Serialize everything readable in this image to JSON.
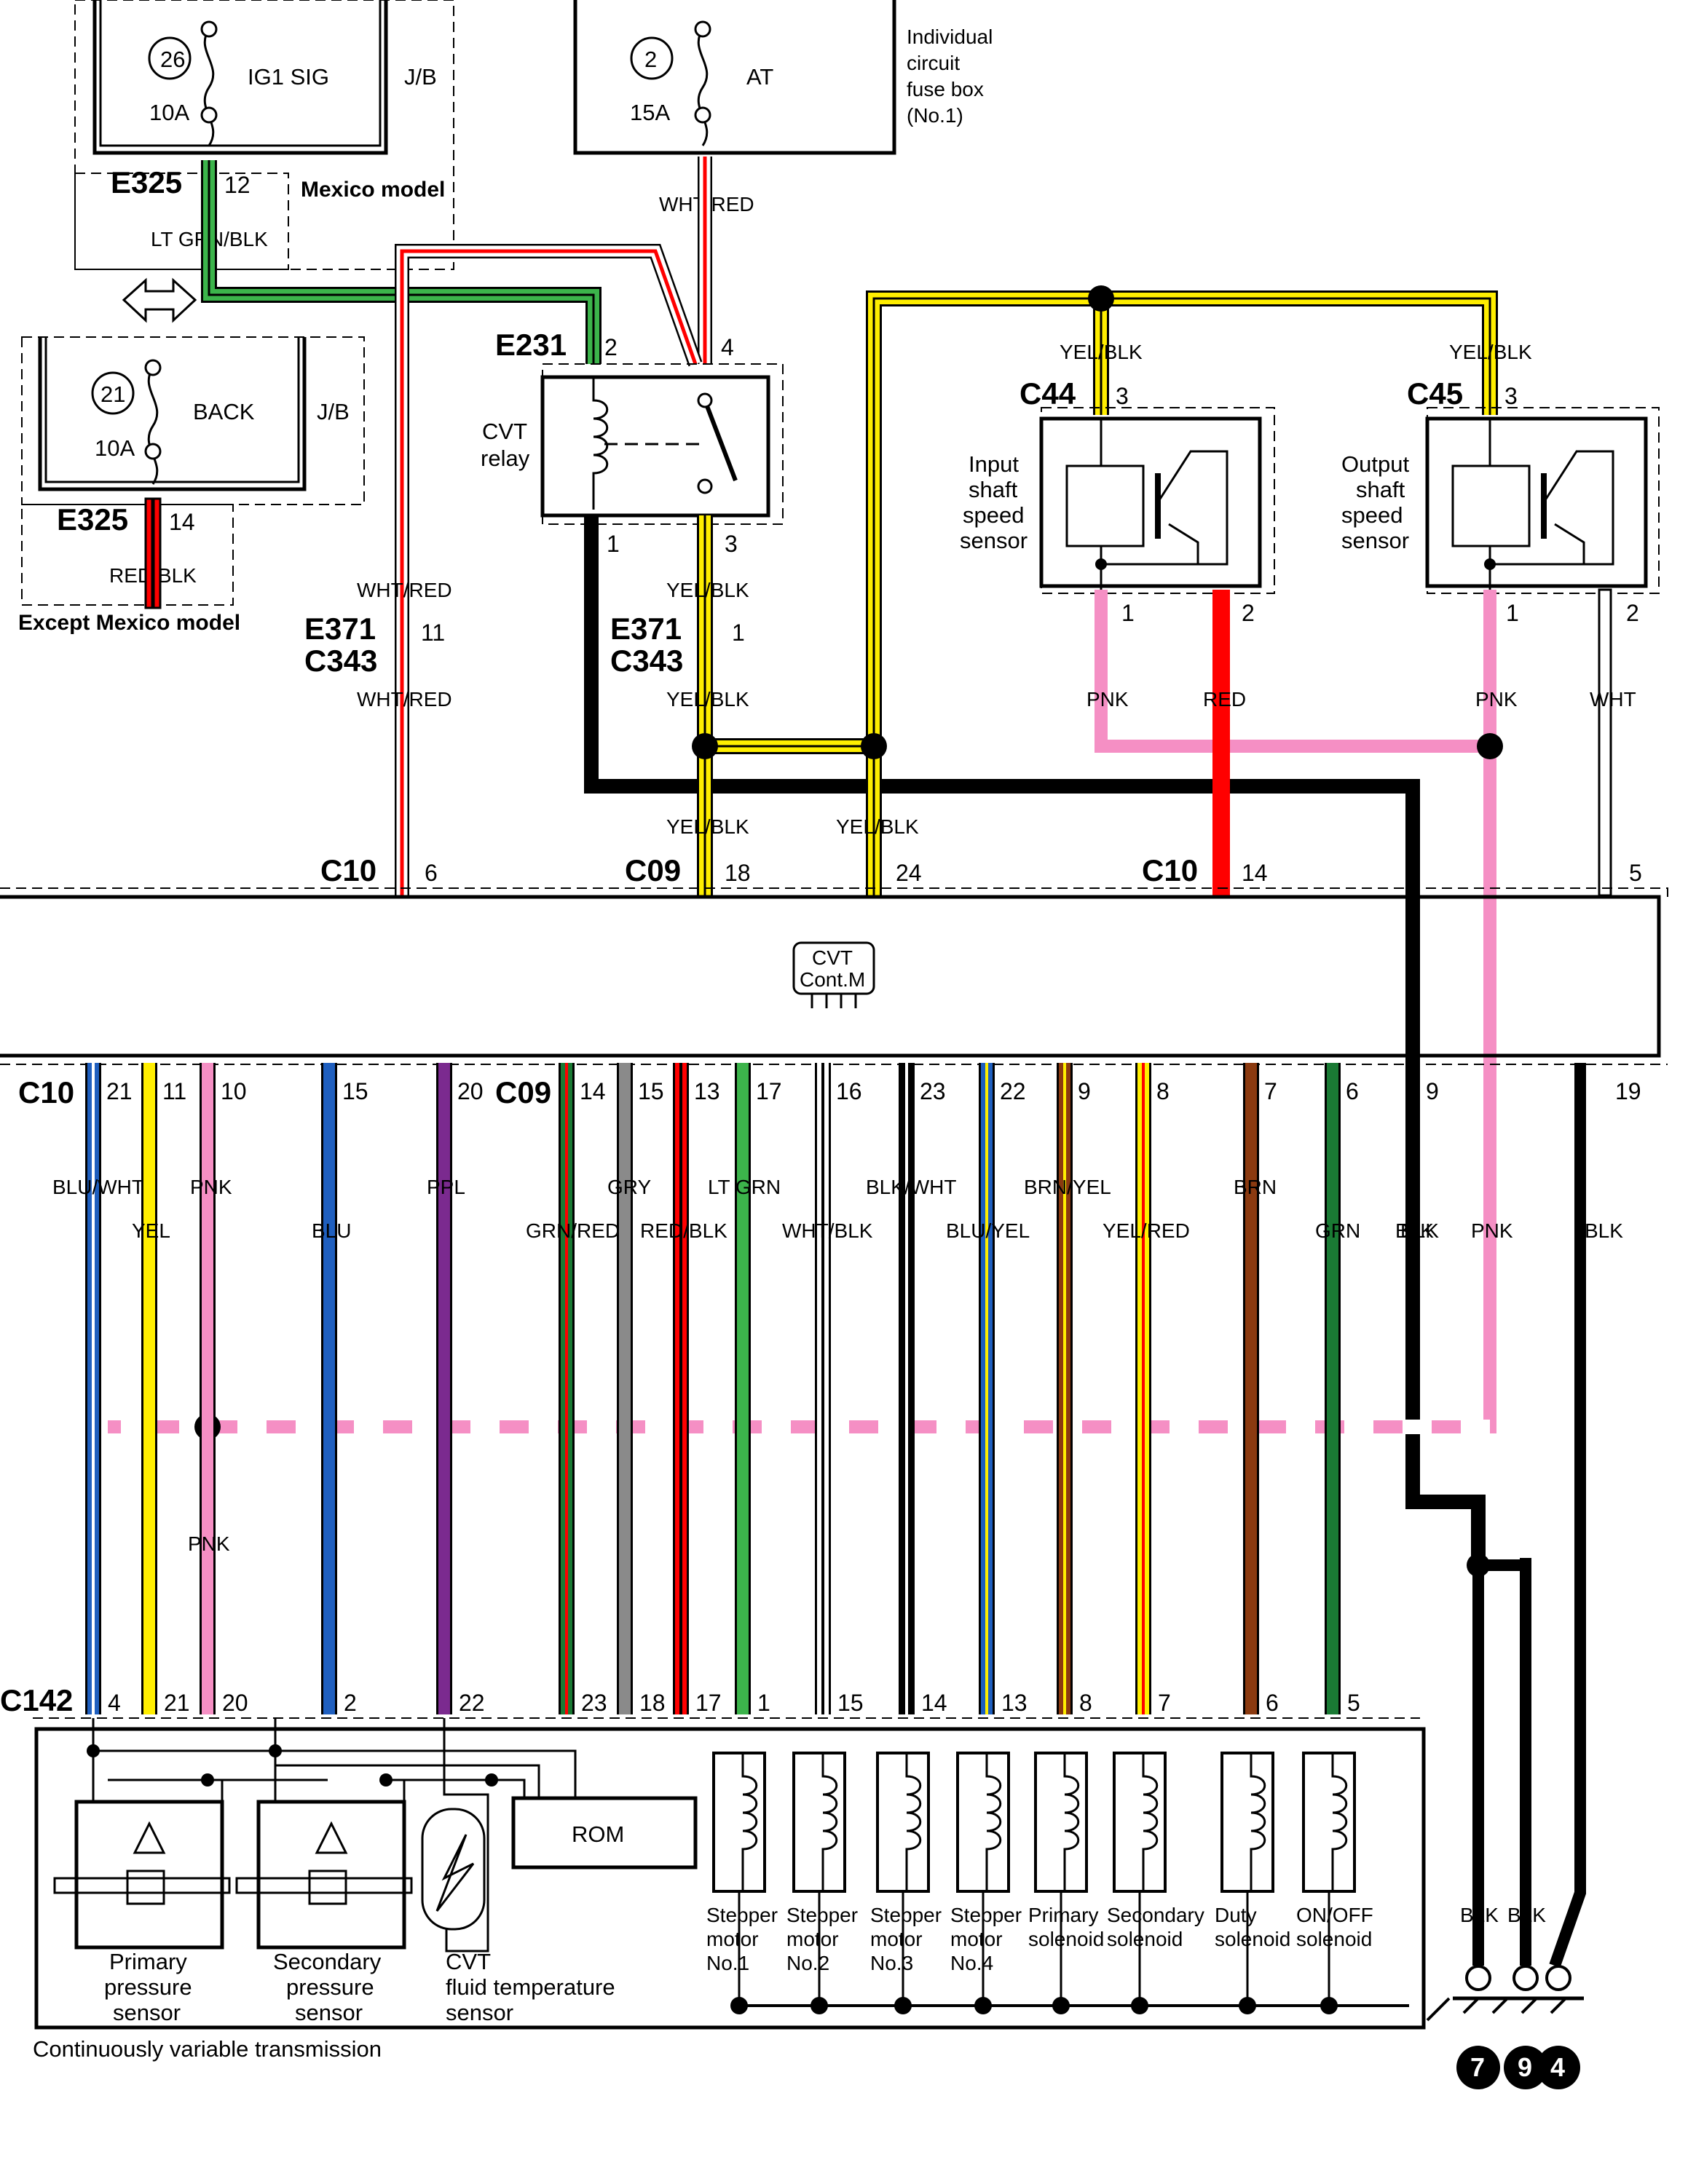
{
  "fuses": [
    {
      "num": "26",
      "name": "IG1 SIG",
      "amp": "10A",
      "box": "J/B"
    },
    {
      "num": "2",
      "name": "AT",
      "amp": "15A"
    },
    {
      "num": "21",
      "name": "BACK",
      "amp": "10A",
      "box": "J/B"
    }
  ],
  "top_labels": {
    "fuse_box_note": [
      "Individual",
      "circuit",
      "fuse box",
      "(No.1)"
    ],
    "mexico": "Mexico model",
    "except_mexico": "Except Mexico model",
    "e325": "E325",
    "e231": "E231",
    "e371": "E371",
    "c343": "C343",
    "c44": "C44",
    "c45": "C45",
    "c10": "C10",
    "c09": "C09",
    "c142": "C142",
    "relay": [
      "CVT",
      "relay"
    ],
    "input_sensor": [
      "Input",
      "shaft",
      "speed",
      "sensor"
    ],
    "output_sensor": [
      "Output",
      "shaft",
      "speed",
      "sensor"
    ],
    "ecm": [
      "CVT",
      "Cont.M"
    ],
    "transmission": "Continuously variable transmission"
  },
  "wires_top": {
    "ltgrnblk": "LT GRN/BLK",
    "redblk": "RED/BLK",
    "whtred": "WHT/RED",
    "yelblk": "YEL/BLK",
    "pnk": "PNK",
    "red": "RED",
    "wht": "WHT"
  },
  "pins_top": {
    "e325a": "12",
    "e325b": "14",
    "e231a": "2",
    "e231b": "4",
    "relay1": "1",
    "relay3": "3",
    "e371a": "11",
    "e371b": "1",
    "c44": "3",
    "c45": "3",
    "c44_1": "1",
    "c44_2": "2",
    "c45_1": "1",
    "c45_2": "2",
    "c10_6": "6",
    "c09_18": "18",
    "c09_24": "24",
    "c10_14": "14",
    "c10_5": "5"
  },
  "ecm_pins": [
    {
      "pin": "21",
      "wire": "BLU/WHT"
    },
    {
      "pin": "11",
      "wire": "YEL"
    },
    {
      "pin": "10",
      "wire": "PNK"
    },
    {
      "pin": "15",
      "wire": "BLU"
    },
    {
      "pin": "20",
      "wire": "PPL"
    },
    {
      "pin": "14",
      "wire": "GRN/RED"
    },
    {
      "pin": "15",
      "wire": "GRY"
    },
    {
      "pin": "13",
      "wire": "RED/BLK"
    },
    {
      "pin": "17",
      "wire": "LT GRN"
    },
    {
      "pin": "16",
      "wire": "WHT/BLK"
    },
    {
      "pin": "23",
      "wire": "BLK/WHT"
    },
    {
      "pin": "22",
      "wire": "BLU/YEL"
    },
    {
      "pin": "9",
      "wire": "BRN/YEL"
    },
    {
      "pin": "8",
      "wire": "YEL/RED"
    },
    {
      "pin": "7",
      "wire": "BRN"
    },
    {
      "pin": "6",
      "wire": "GRN"
    },
    {
      "pin": "9",
      "wire": "BLK"
    },
    {
      "pin": "19",
      "wire": "BLK"
    }
  ],
  "c142_pins": [
    "4",
    "21",
    "20",
    "2",
    "22",
    "23",
    "18",
    "17",
    "1",
    "15",
    "14",
    "13",
    "8",
    "7",
    "6",
    "5"
  ],
  "extra_wire_labels": {
    "blk": "BLK",
    "pnk": "PNK",
    "pnk_lower": "PNK",
    "blk2": "BLK",
    "blk3": "BLK"
  },
  "components": {
    "pps": [
      "Primary",
      "pressure",
      "sensor"
    ],
    "sps": [
      "Secondary",
      "pressure",
      "sensor"
    ],
    "temp": [
      "CVT",
      "fluid temperature",
      "sensor"
    ],
    "rom": "ROM",
    "s1": [
      "Stepper",
      "motor",
      "No.1"
    ],
    "s2": [
      "Stepper",
      "motor",
      "No.2"
    ],
    "s3": [
      "Stepper",
      "motor",
      "No.3"
    ],
    "s4": [
      "Stepper",
      "motor",
      "No.4"
    ],
    "prim": [
      "Primary",
      "solenoid"
    ],
    "sec": [
      "Secondary",
      "solenoid"
    ],
    "duty": [
      "Duty",
      "solenoid"
    ],
    "onoff": [
      "ON/OFF",
      "solenoid"
    ]
  },
  "grounds": {
    "blk1": "BLK",
    "blk2": "BLK",
    "g1": "7",
    "g2": "9",
    "g3": "4"
  },
  "colors": {
    "green": "#3cb44b",
    "red": "#ff0000",
    "yellow": "#ffee00",
    "pink": "#f58fc4",
    "blue": "#1f5fbf",
    "purple": "#7b2a8f",
    "darkgreen": "#1a7a34",
    "gray": "#8a8a8a",
    "brown": "#8b3a10"
  }
}
